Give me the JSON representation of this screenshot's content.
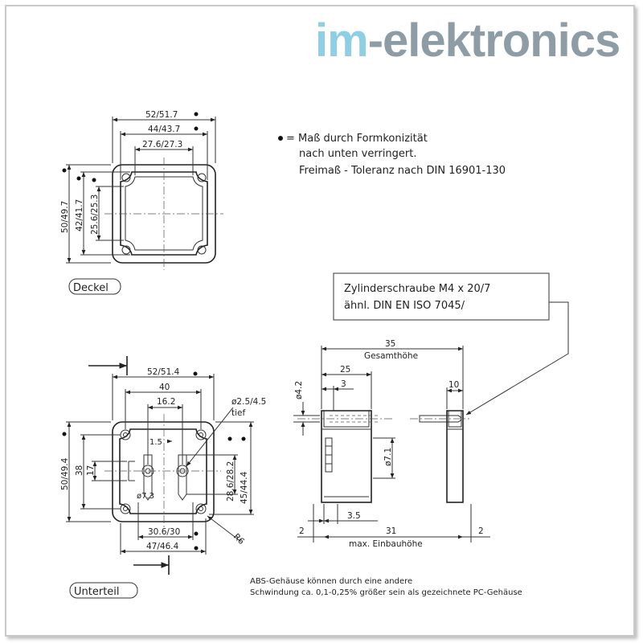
{
  "logo": {
    "part1": "im",
    "part2": "-elektronics"
  },
  "notes": {
    "bullet_line1": "= Maß durch Formkonizität",
    "line2": "nach unten verringert.",
    "line3": "Freimaß - Toleranz nach  DIN 16901-130"
  },
  "callout": {
    "line1": "Zylinderschraube M4 x 20/7",
    "line2": "ähnl. DIN EN ISO 7045/"
  },
  "labels": {
    "deckel": "Deckel",
    "unterteil": "Unterteil"
  },
  "deckel_dims": {
    "w_outer": "52/51.7",
    "w_mid": "44/43.7",
    "w_inner": "27.6/27.3",
    "h_outer": "50/49.7",
    "h_mid": "42/41.7",
    "h_inner": "25.6/25.3"
  },
  "unterteil_dims": {
    "w_outer": "52/51.4",
    "w_40": "40",
    "w_16": "16.2",
    "w_1_5": "1.5",
    "hole": "ø2.5/4.5",
    "hole_depth": "tief",
    "h_outer": "50/49.4",
    "h_38": "38",
    "h_17": "17",
    "phi": "ø7.3",
    "h_right1": "28.6/28.2",
    "h_right2": "45/44.4",
    "w_bottom1": "30.6/30",
    "w_bottom2": "47/46.4",
    "radius": "R6"
  },
  "side_dims": {
    "total": "35",
    "total_label": "Gesamthöhe",
    "d25": "25",
    "d3": "3",
    "phi42": "ø4.2",
    "phi71": "ø7.1",
    "d35": "3.5",
    "left2": "2",
    "d31": "31",
    "right2": "2",
    "bottom_label": "max. Einbauhöhe",
    "d10": "10"
  },
  "footer": {
    "line1": "ABS-Gehäuse können durch eine andere",
    "line2": "Schwindung ca. 0,1-0,25% größer sein als gezeichnete PC-Gehäuse"
  }
}
